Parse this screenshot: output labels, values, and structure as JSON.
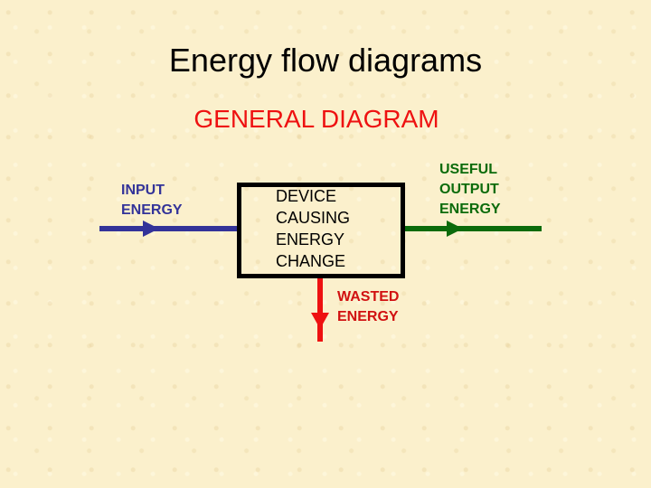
{
  "title": "Energy flow diagrams",
  "subtitle": "GENERAL DIAGRAM",
  "input": {
    "label": "INPUT\nENERGY",
    "color": "#333399"
  },
  "device": {
    "label": "DEVICE\nCAUSING\nENERGY\nCHANGE",
    "color": "#000000"
  },
  "output": {
    "label": "USEFUL\nOUTPUT\nENERGY",
    "color": "#0b6b0b"
  },
  "wasted": {
    "label": "WASTED\nENERGY",
    "color": "#d11111"
  },
  "colors": {
    "background": "#fbf0cc",
    "title": "#000000",
    "subtitle": "#ee1111"
  }
}
